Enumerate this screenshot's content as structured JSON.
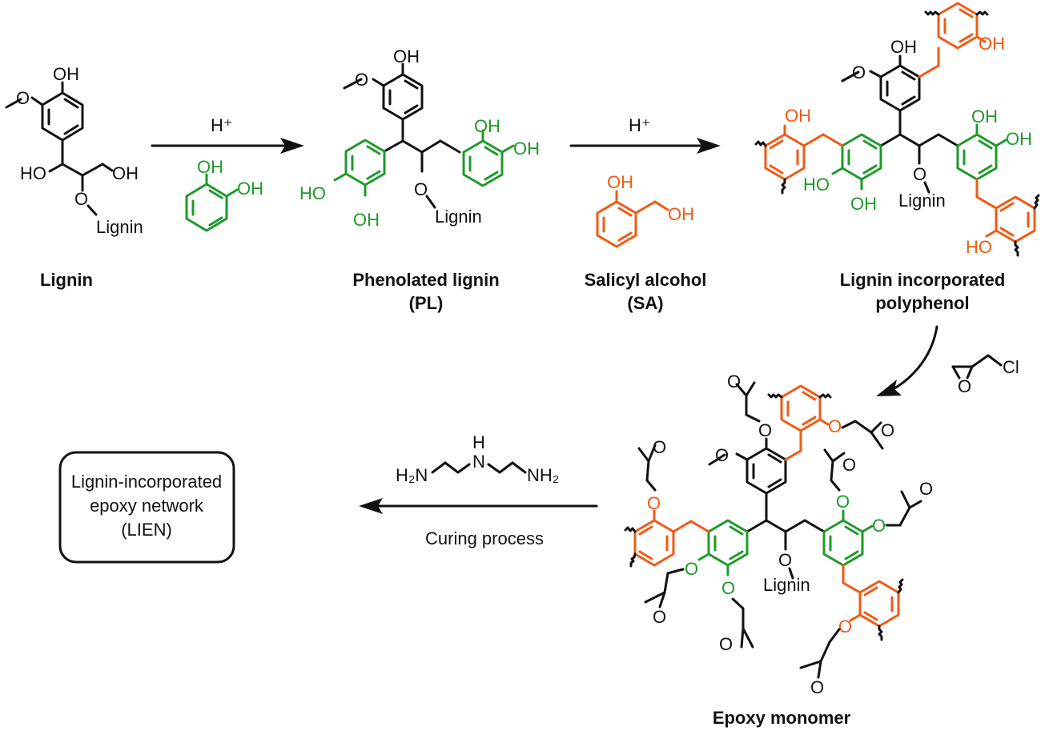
{
  "colors": {
    "lignin_core": "#111111",
    "catechol": "#1e9a2a",
    "salicyl": "#f05a14"
  },
  "compounds": {
    "lignin": {
      "label": "Lignin",
      "atoms": {
        "oh_top": "OH",
        "ho_left": "HO",
        "oh_right": "OH",
        "o_link": "O",
        "lignin_tag": "Lignin"
      }
    },
    "catechol_reagent": {
      "oh1": "OH",
      "oh2": "OH"
    },
    "phenolated": {
      "label_line1": "Phenolated lignin",
      "label_line2": "(PL)",
      "atoms": {
        "oh_top": "OH",
        "ho": "HO",
        "oh_bottom": "OH",
        "oh_r1": "OH",
        "oh_r2": "OH",
        "o_link": "O",
        "lignin_tag": "Lignin"
      }
    },
    "salicyl": {
      "label_line1": "Salicyl alcohol",
      "label_line2": "(SA)",
      "atoms": {
        "oh1": "OH",
        "oh2": "OH"
      }
    },
    "polyphenol": {
      "label_line1": "Lignin incorporated",
      "label_line2": "polyphenol",
      "atoms": {
        "oh_top": "OH",
        "oh_or_top": "OH",
        "oh_or_left": "OH",
        "ho_g": "HO",
        "oh_g_bottom": "OH",
        "oh_r1": "OH",
        "oh_r2": "OH",
        "ho_or_br": "HO",
        "o_link": "O",
        "lignin_tag": "Lignin"
      }
    },
    "epichlorohydrin": {
      "o": "O",
      "cl": "Cl"
    },
    "epoxy": {
      "label": "Epoxy monomer",
      "o": "O",
      "lignin_tag": "Lignin"
    },
    "deta": {
      "h2n": "H₂N",
      "nh": "N",
      "h": "H",
      "nh2": "NH₂"
    },
    "lien": {
      "line1": "Lignin-incorporated",
      "line2": "epoxy network",
      "line3": "(LIEN)"
    }
  },
  "arrows": {
    "step1": {
      "reagent": "H⁺"
    },
    "step2": {
      "reagent": "H⁺"
    },
    "step4": {
      "condition": "Curing process"
    }
  }
}
